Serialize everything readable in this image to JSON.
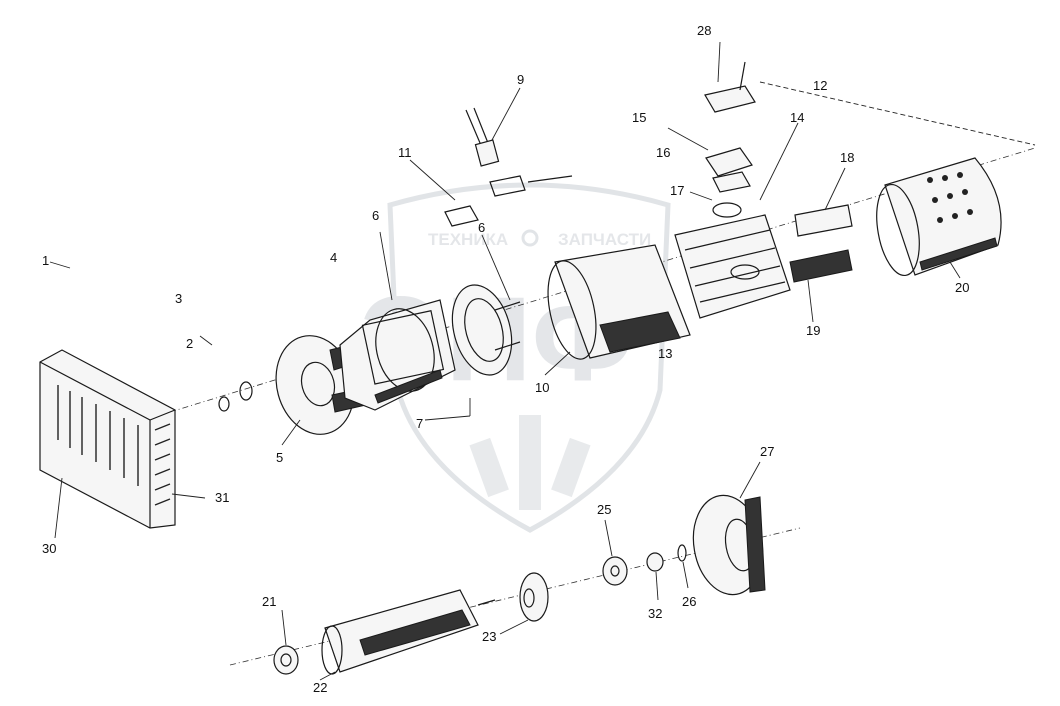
{
  "watermark": {
    "left": "ТЕХНИКА",
    "right": "ЗАПЧАСТИ",
    "logo": "ЭПФ"
  },
  "labels": [
    "1",
    "2",
    "3",
    "4",
    "5",
    "6",
    "6",
    "7",
    "9",
    "10",
    "11",
    "12",
    "13",
    "14",
    "15",
    "16",
    "17",
    "18",
    "19",
    "20",
    "21",
    "22",
    "23",
    "25",
    "26",
    "27",
    "28",
    "30",
    "31",
    "32"
  ]
}
